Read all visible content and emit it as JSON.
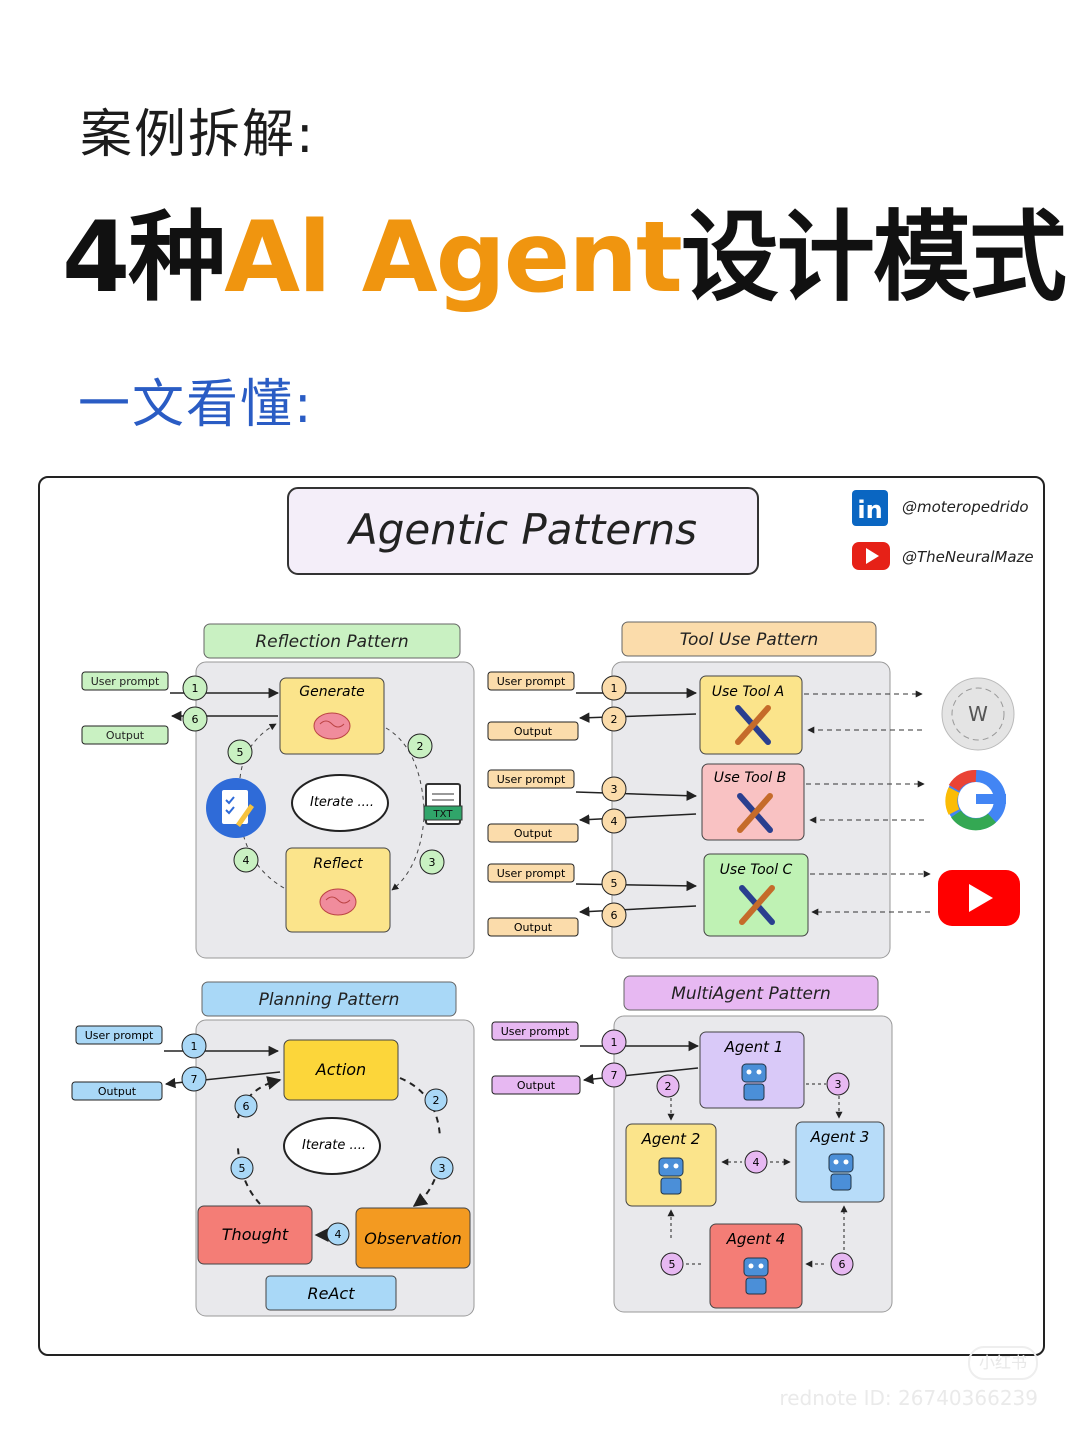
{
  "header": {
    "line1": "案例拆解:",
    "line2_a": "4种",
    "line2_b": "Al Agent",
    "line2_c": "设计模式",
    "line3": "一文看懂:"
  },
  "diagram": {
    "title": "Agentic Patterns",
    "social": {
      "linkedin_handle": "@moteropedrido",
      "youtube_handle": "@TheNeuralMaze",
      "linkedin_icon": "linkedin-icon",
      "youtube_icon": "youtube-icon"
    },
    "common": {
      "user_prompt": "User prompt",
      "output": "Output",
      "iterate": "Iterate ...."
    },
    "reflection": {
      "title": "Reflection Pattern",
      "generate": "Generate",
      "reflect": "Reflect",
      "txt": "TXT",
      "steps": [
        "1",
        "2",
        "3",
        "4",
        "5",
        "6"
      ]
    },
    "tool_use": {
      "title": "Tool Use Pattern",
      "tools": [
        "Use Tool A",
        "Use Tool B",
        "Use Tool C"
      ],
      "steps": [
        "1",
        "2",
        "3",
        "4",
        "5",
        "6"
      ]
    },
    "planning": {
      "title": "Planning Pattern",
      "action": "Action",
      "thought": "Thought",
      "observation": "Observation",
      "react": "ReAct",
      "steps": [
        "1",
        "2",
        "3",
        "4",
        "5",
        "6",
        "7"
      ]
    },
    "multiagent": {
      "title": "MultiAgent Pattern",
      "agents": [
        "Agent 1",
        "Agent 2",
        "Agent 3",
        "Agent 4"
      ],
      "steps": [
        "1",
        "2",
        "3",
        "4",
        "5",
        "6",
        "7"
      ]
    },
    "colors": {
      "reflection": "#c9f1c2",
      "tool_use": "#fbdcab",
      "planning": "#a9d8f7",
      "multiagent": "#e7b8f2",
      "yellow": "#fbe48b",
      "pink": "#f9c2c3",
      "green": "#bff2b4",
      "purple": "#d9c9f8",
      "blue": "#b7dcf9",
      "red": "#f47d76",
      "orange": "#f39a21"
    }
  },
  "watermark": {
    "badge": "小红书",
    "id": "rednote ID: 26740366239"
  }
}
